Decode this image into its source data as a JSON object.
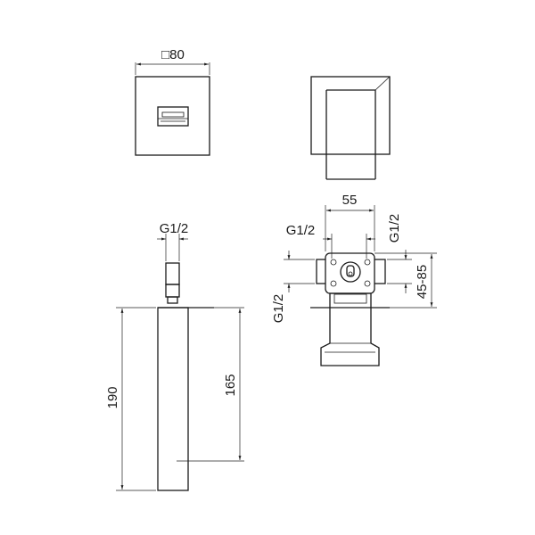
{
  "labels": {
    "top_width": "□80",
    "width_55": "55",
    "thread_left": "G1/2",
    "thread_mid": "G1/2",
    "thread_right": "G1/2",
    "thread_vertical": "G1/2",
    "depth_range": "45-85",
    "height_190": "190",
    "height_165": "165"
  },
  "colors": {
    "line": "#1a1a1a",
    "background": "#ffffff"
  }
}
